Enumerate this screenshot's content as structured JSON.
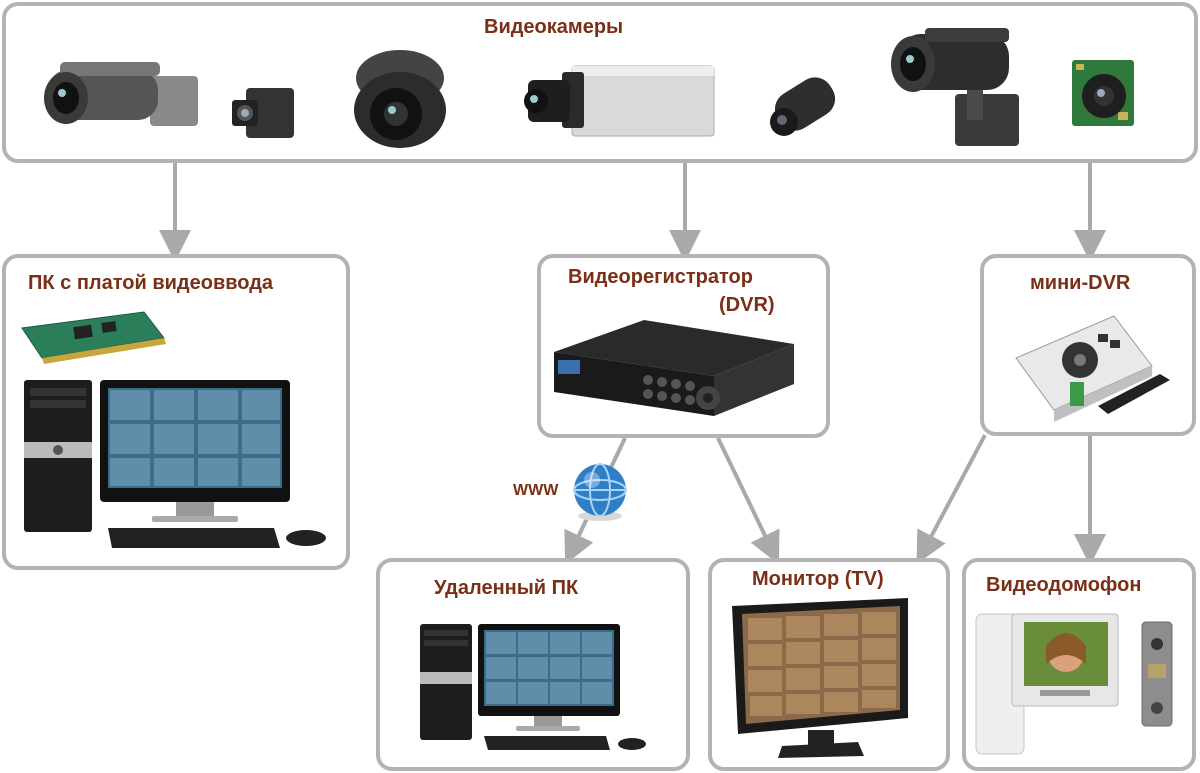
{
  "diagram": {
    "cameras": {
      "title": "Видеокамеры"
    },
    "pc_capture": {
      "title": "ПК с платой видеоввода"
    },
    "dvr": {
      "title_line1": "Видеорегистратор",
      "title_line2": "(DVR)"
    },
    "mini_dvr": {
      "title": "мини-DVR"
    },
    "remote_pc": {
      "title": "Удаленный ПК"
    },
    "monitor": {
      "title": "Монитор (TV)"
    },
    "intercom": {
      "title": "Видеодомофон"
    },
    "www": {
      "label": "WWW"
    }
  },
  "colors": {
    "border": "#b3b3b3",
    "arrow": "#a9a9a9",
    "label": "#7a2f16",
    "device_dark": "#2b2b2b",
    "screen_blue": "#3a6d8c",
    "globe_blue": "#2f7fc7"
  },
  "icons": [
    "bullet-camera-icon",
    "board-camera-icon",
    "dome-camera-icon",
    "box-camera-icon",
    "mini-bullet-camera-icon",
    "outdoor-camera-icon",
    "pcb-camera-icon",
    "capture-card-icon",
    "desktop-pc-icon",
    "dvr-icon",
    "mini-dvr-icon",
    "globe-icon",
    "tv-monitor-icon",
    "intercom-icon"
  ]
}
